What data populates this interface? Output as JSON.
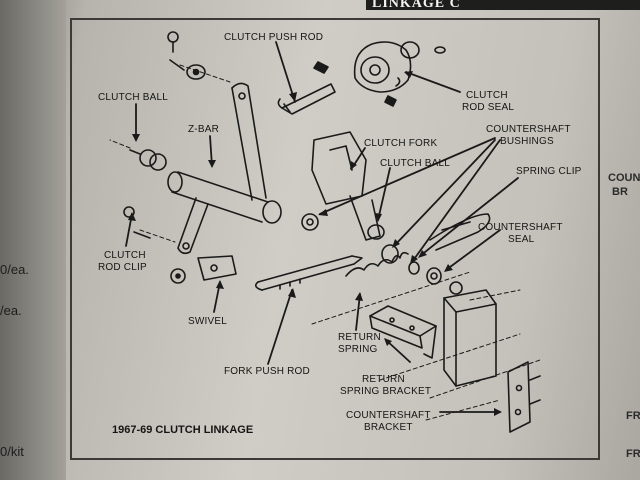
{
  "header": {
    "title": "LINKAGE C"
  },
  "diagram": {
    "caption": "1967-69 CLUTCH LINKAGE",
    "labels": {
      "clutch_push_rod": "CLUTCH PUSH ROD",
      "clutch_ball_top": "CLUTCH BALL",
      "z_bar": "Z-BAR",
      "clutch_rod_seal_1": "CLUTCH",
      "clutch_rod_seal_2": "ROD SEAL",
      "countershaft_bushings_1": "COUNTERSHAFT",
      "countershaft_bushings_2": "BUSHINGS",
      "clutch_fork": "CLUTCH FORK",
      "clutch_ball_mid": "CLUTCH BALL",
      "spring_clip": "SPRING CLIP",
      "countershaft_seal_1": "COUNTERSHAFT",
      "countershaft_seal_2": "SEAL",
      "clutch_rod_clip_1": "CLUTCH",
      "clutch_rod_clip_2": "ROD CLIP",
      "swivel": "SWIVEL",
      "return_spring_1": "RETURN",
      "return_spring_2": "SPRING",
      "fork_push_rod": "FORK PUSH ROD",
      "return_spring_bracket_1": "RETURN",
      "return_spring_bracket_2": "SPRING BRACKET",
      "countershaft_bracket_1": "COUNTERSHAFT",
      "countershaft_bracket_2": "BRACKET"
    }
  },
  "left_margin": {
    "prices": [
      "0/ea.",
      "/ea.",
      "0/kit"
    ]
  },
  "right_panel": {
    "labels": [
      "COUN",
      "BR",
      "FR",
      "FR"
    ]
  }
}
